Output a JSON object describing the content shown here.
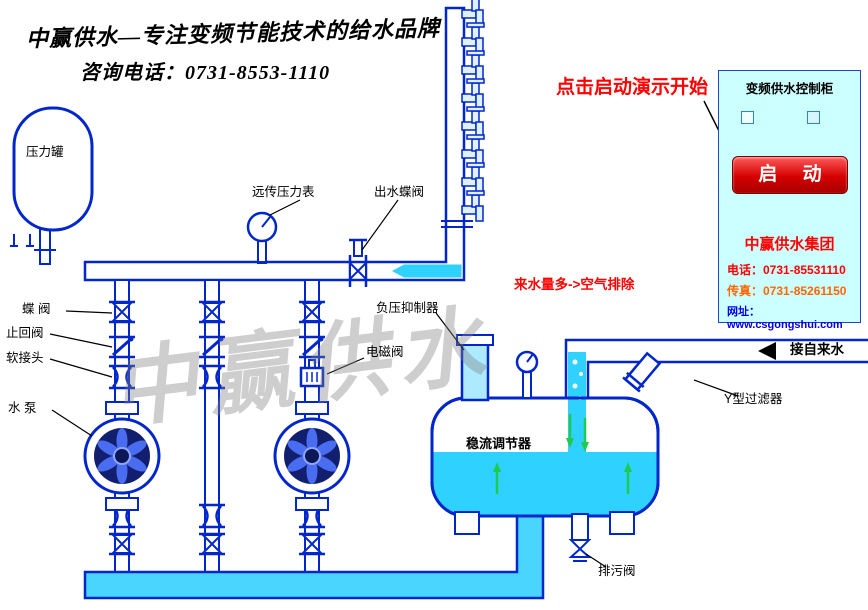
{
  "header": {
    "slogan": "中赢供水—专注变频节能技术的给水品牌",
    "phone": "咨询电话：0731-8553-1110"
  },
  "annotations": {
    "demo_start": "点击启动演示开始",
    "air_removal": "来水量多->空气排除"
  },
  "labels": {
    "pressure_tank": "压力罐",
    "remote_pressure_gauge": "远传压力表",
    "outlet_butterfly_valve": "出水蝶阀",
    "butterfly_valve": "蝶 阀",
    "check_valve": "止回阀",
    "soft_joint": "软接头",
    "water_pump": "水 泵",
    "solenoid_valve": "电磁阀",
    "negative_pressure_suppressor": "负压抑制器",
    "flow_stabilizer": "稳流调节器",
    "y_filter": "Y型过滤器",
    "tap_water_inlet": "接自来水",
    "drain_valve": "排污阀"
  },
  "cabinet": {
    "title": "变频供水控制柜",
    "start_button": "启 动",
    "company": "中赢供水集团",
    "phone": "电话：0731-85531110",
    "fax": "传真：0731-85261150",
    "website": "网址：www.csgongshui.com"
  },
  "watermark": "中赢供水",
  "colors": {
    "pipe_blue": "#0026cc",
    "water_cyan": "#2fd1ff",
    "cabinet_bg": "#ccffff",
    "button_red": "#d40000",
    "annotation_red": "#ff0000",
    "arrow_green": "#1ecb4f"
  }
}
